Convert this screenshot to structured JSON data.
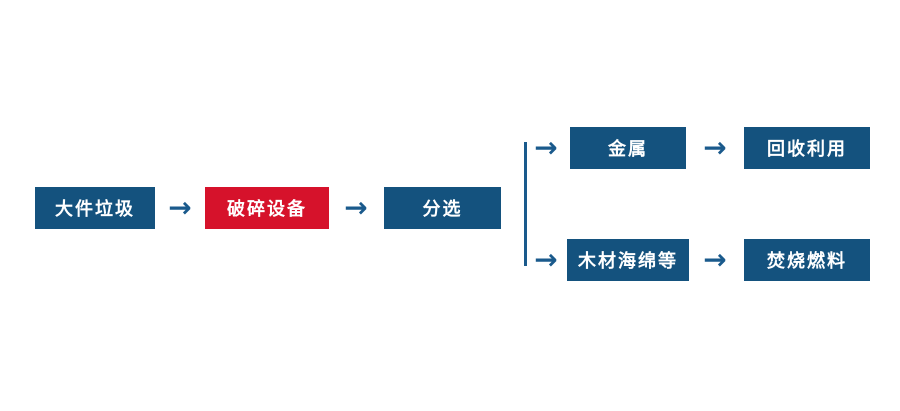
{
  "diagram": {
    "arrow_glyph": "→",
    "colors": {
      "node_blue": "#14527e",
      "node_red": "#d6122b",
      "arrow": "#1a5a8c",
      "label_text": "#ffffff"
    },
    "nodes": {
      "bulky_waste": "大件垃圾",
      "crushing_equipment": "破碎设备",
      "sorting": "分选",
      "metal": "金属",
      "recycling": "回收利用",
      "wood_sponge": "木材海绵等",
      "incineration_fuel": "焚烧燃料"
    }
  }
}
